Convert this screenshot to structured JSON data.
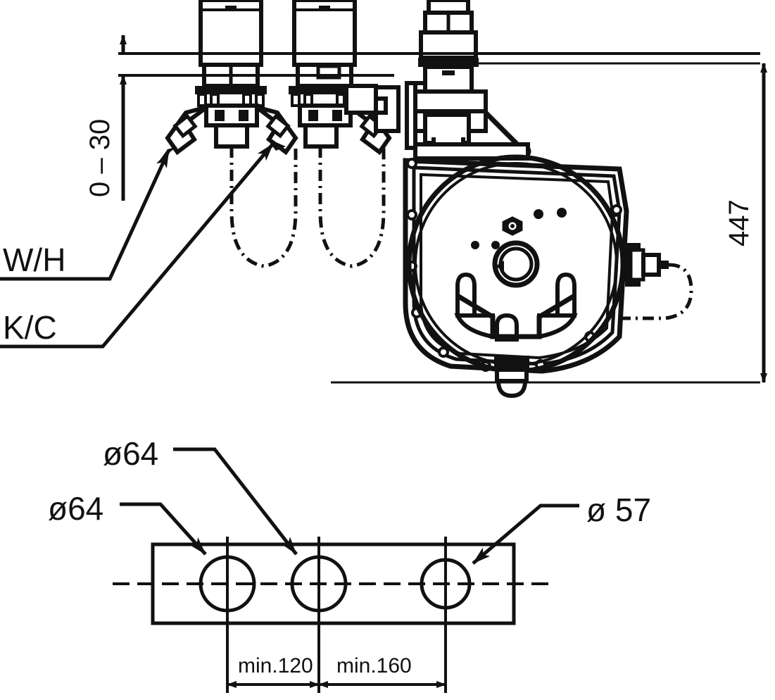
{
  "drawing": {
    "title": "Installation dimension drawing",
    "units": "mm",
    "line_color": "#111111",
    "background_color": "#ffffff"
  },
  "elevation_view": {
    "adjust_dimension": {
      "label": "0 – 30",
      "name": "vertical-adjustment-range"
    },
    "overall_height": {
      "label": "447",
      "name": "overall-height-dimension"
    },
    "supply_labels": [
      {
        "label": "W/H",
        "name": "warm-hot-supply"
      },
      {
        "label": "K/C",
        "name": "cold-supply"
      }
    ]
  },
  "plan_view": {
    "hole_callouts": [
      {
        "label": "ø64",
        "name": "hole-callout-left"
      },
      {
        "label": "ø64",
        "name": "hole-callout-middle"
      },
      {
        "label": "ø 57",
        "name": "hole-callout-right"
      }
    ],
    "spacing_dimensions": [
      {
        "label": "min.120",
        "name": "spacing-left"
      },
      {
        "label": "min.160",
        "name": "spacing-right"
      }
    ]
  }
}
